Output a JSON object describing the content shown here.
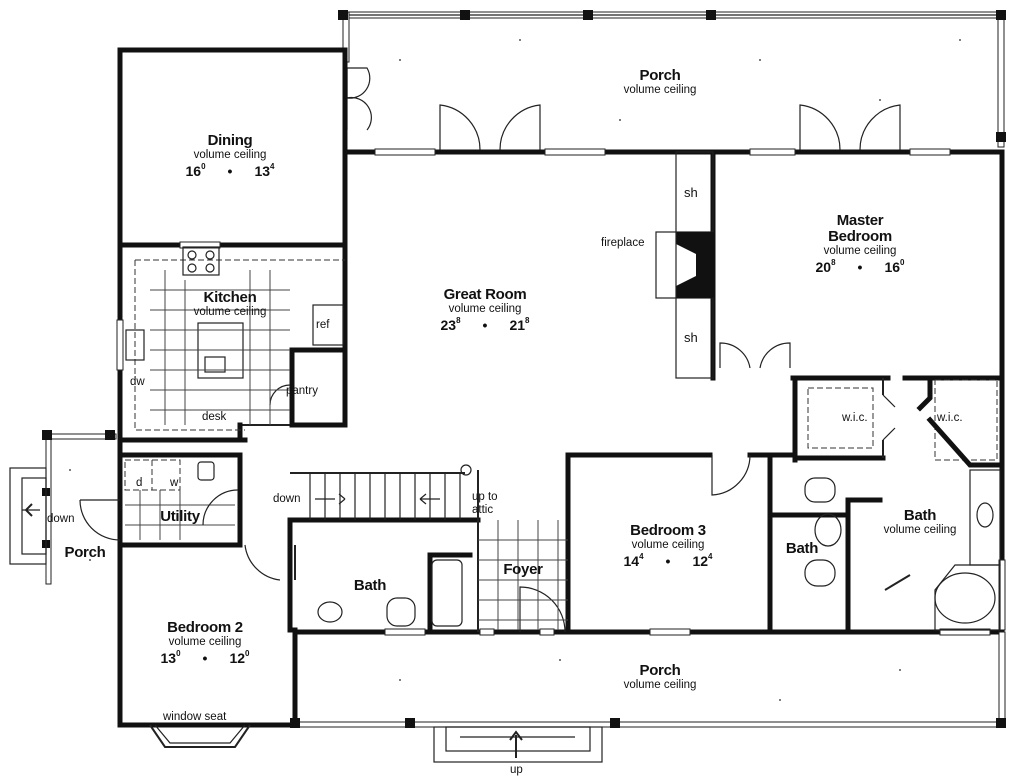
{
  "plan": {
    "rooms": {
      "porch_rear": {
        "name": "Porch",
        "sub": "volume ceiling"
      },
      "dining": {
        "name": "Dining",
        "sub": "volume ceiling",
        "w": "16",
        "w_in": "0",
        "d": "13",
        "d_in": "4"
      },
      "kitchen": {
        "name": "Kitchen",
        "sub": "volume ceiling"
      },
      "great_room": {
        "name": "Great Room",
        "sub": "volume ceiling",
        "w": "23",
        "w_in": "8",
        "d": "21",
        "d_in": "8"
      },
      "master_bedroom": {
        "name1": "Master",
        "name2": "Bedroom",
        "sub": "volume ceiling",
        "w": "20",
        "w_in": "8",
        "d": "16",
        "d_in": "0"
      },
      "utility": {
        "name": "Utility"
      },
      "porch_side": {
        "name": "Porch"
      },
      "bath_hall": {
        "name": "Bath"
      },
      "foyer": {
        "name": "Foyer"
      },
      "bedroom3": {
        "name": "Bedroom 3",
        "sub": "volume ceiling",
        "w": "14",
        "w_in": "4",
        "d": "12",
        "d_in": "4"
      },
      "bath_small": {
        "name": "Bath"
      },
      "master_bath": {
        "name": "Bath",
        "sub": "volume ceiling"
      },
      "bedroom2": {
        "name": "Bedroom 2",
        "sub": "volume ceiling",
        "w": "13",
        "w_in": "0",
        "d": "12",
        "d_in": "0"
      },
      "porch_front": {
        "name": "Porch",
        "sub": "volume ceiling"
      }
    },
    "notes": {
      "sh_top": "sh",
      "sh_bottom": "sh",
      "fireplace": "fireplace",
      "ref": "ref",
      "pantry": "pantry",
      "dw": "dw",
      "desk": "desk",
      "dryer": "d",
      "washer": "w",
      "down_side": "down",
      "down_stairs": "down",
      "up_attic_1": "up to",
      "up_attic_2": "attic",
      "wic_left": "w.i.c.",
      "wic_right": "w.i.c.",
      "window_seat": "window seat",
      "up_front": "up"
    },
    "dim_separator": "•"
  }
}
